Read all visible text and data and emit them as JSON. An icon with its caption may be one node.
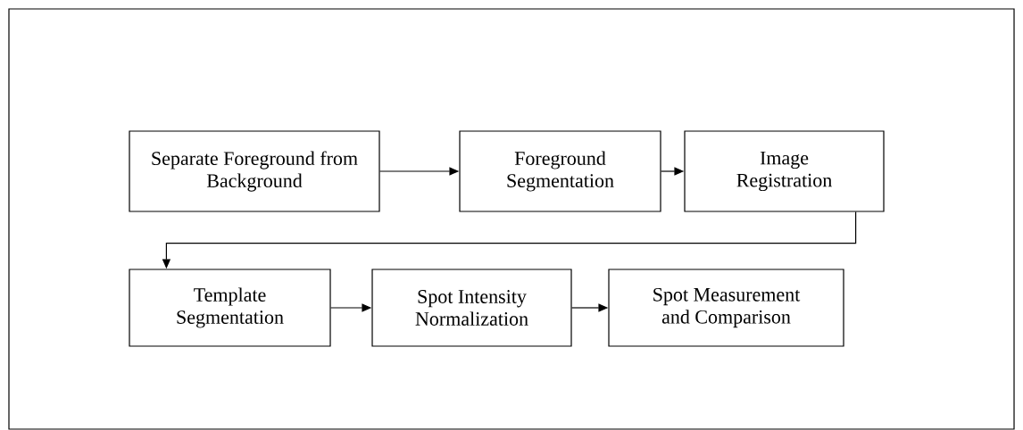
{
  "diagram": {
    "nodes": [
      {
        "text": [
          "Separate Foreground from Background"
        ]
      },
      {
        "text": [
          "Foreground Segmentation"
        ]
      },
      {
        "text": [
          "Image Registration"
        ]
      },
      {
        "text": [
          "Template Segmentation"
        ]
      },
      {
        "text": [
          "Spot Intensity Normalization"
        ]
      },
      {
        "text": [
          "Spot Measurement and Comparison"
        ]
      }
    ],
    "edges": [
      {
        "from": 0,
        "to": 1,
        "arrow": "to"
      },
      {
        "from": 1,
        "to": 2,
        "arrow": "to"
      },
      {
        "from": 2,
        "to": 3,
        "arrow": "to"
      },
      {
        "from": 3,
        "to": 4,
        "arrow": "to"
      },
      {
        "from": 4,
        "to": 5,
        "arrow": "to"
      }
    ]
  }
}
